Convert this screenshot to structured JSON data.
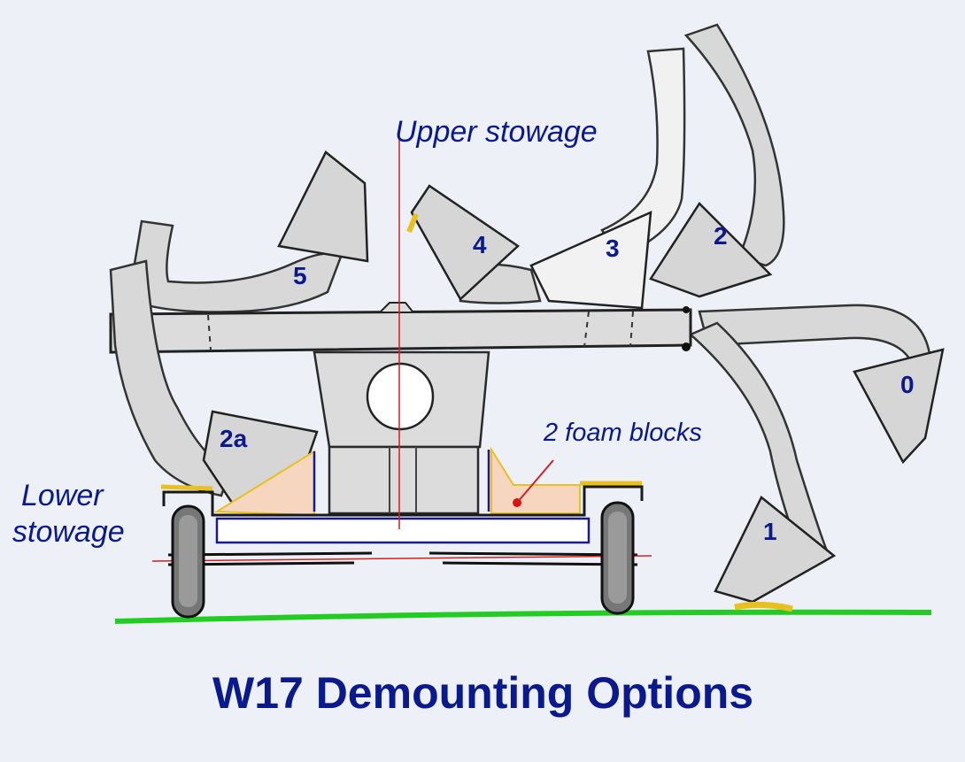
{
  "diagram": {
    "title": "W17 Demounting Options",
    "labels": {
      "upper_stowage": "Upper stowage",
      "lower_stowage_line1": "Lower",
      "lower_stowage_line2": "stowage",
      "foam_blocks": "2 foam blocks"
    },
    "positions": [
      "0",
      "1",
      "2",
      "2a",
      "3",
      "4",
      "5"
    ],
    "colors": {
      "text": "#0a1a8c",
      "ground": "#22cc22",
      "centerline": "#cc2222",
      "foam": "#f7d6c0",
      "highlight": "#e8c020",
      "frame": "#1a1a8a"
    }
  }
}
